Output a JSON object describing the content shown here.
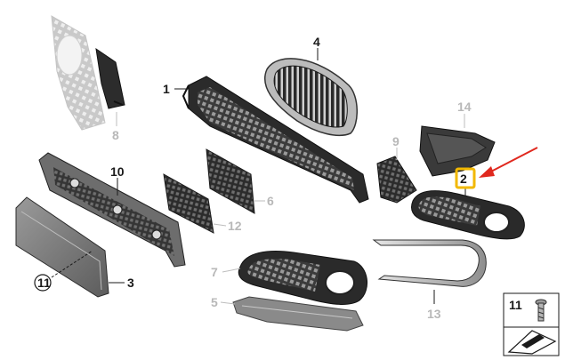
{
  "diagram": {
    "labels": {
      "p1": "1",
      "p2": "2",
      "p3": "3",
      "p4": "4",
      "p5": "5",
      "p6": "6",
      "p7": "7",
      "p8": "8",
      "p9": "9",
      "p10": "10",
      "p11": "11",
      "p12": "12",
      "p13": "13",
      "p14": "14"
    },
    "legend": {
      "part_number": "11"
    },
    "colors": {
      "highlight_box": "#f2b800",
      "arrow": "#e0281e",
      "label_dark": "#1a1a1a",
      "label_light": "#b8b8b8"
    }
  }
}
